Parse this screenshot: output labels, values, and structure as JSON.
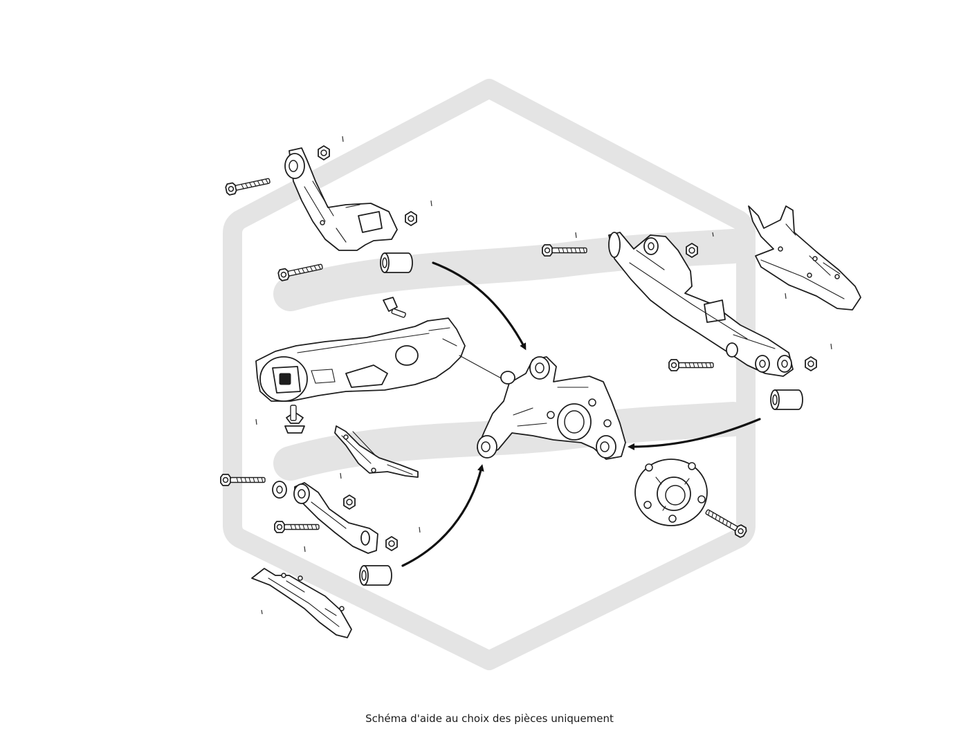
{
  "caption": "Schéma d'aide au choix des pièces uniquement",
  "diagram": {
    "watermark_color": "#e4e4e4",
    "line_color": "#1e1e1e",
    "parts": [
      "upper-control-arm",
      "lower-control-arm",
      "wheel-carrier",
      "wheel-hub",
      "trailing-arm",
      "toe-link",
      "heat-shield",
      "bushing",
      "bolt",
      "nut"
    ]
  }
}
